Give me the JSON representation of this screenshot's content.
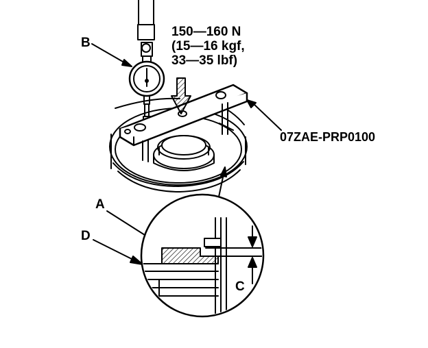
{
  "labels": {
    "B": "B",
    "A": "A",
    "D": "D",
    "C": "C"
  },
  "force": {
    "line1": "150—160 N",
    "line2": "(15—16 kgf,",
    "line3": "33—35 lbf)"
  },
  "tool_number": "07ZAE-PRP0100",
  "colors": {
    "ink": "#000000",
    "paper": "#ffffff"
  }
}
